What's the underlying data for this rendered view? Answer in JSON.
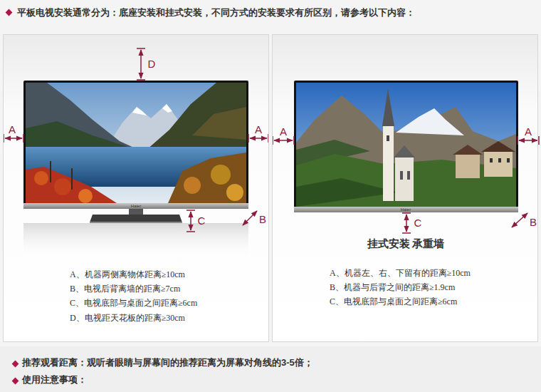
{
  "diagram": {
    "title": "平板电视安装通常分为：底座安装和挂式安装，不同方式的安装要求有所区别，请参考以下内容：",
    "nodes": [
      {
        "text": [
          "A、机器两侧离物体距离≥10cm",
          "B、电视后背离墙的距离≥7cm",
          "C、电视底部与桌面之间距离≥6cm",
          "D、电视距天花板的距离≥30cm"
        ]
      },
      {
        "text": [
          "挂式安装 承重墙",
          "A、机器左、右、下留有的距离≥10cm",
          "B、机器与后背之间的距离≥1.9cm",
          "C、电视底部与桌面之间距离≥6cm"
        ]
      }
    ],
    "labels": [
      "D",
      "A",
      "A",
      "C",
      "B",
      "Haier",
      "A",
      "A",
      "C",
      "B",
      "Haier",
      "推荐观看距离：观听者眼睛与屏幕间的推荐距离为屏幕对角线的3-5倍；",
      "使用注意事项："
    ]
  }
}
